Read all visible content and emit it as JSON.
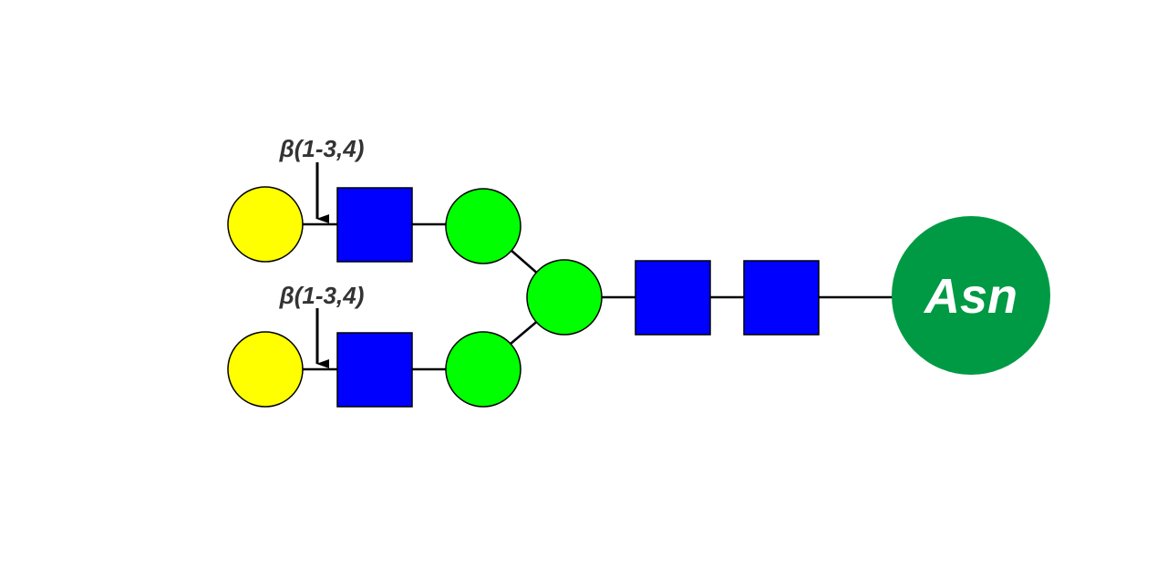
{
  "linkages": {
    "upper_label": "β(1-3,4)",
    "lower_label": "β(1-3,4)"
  },
  "terminus": {
    "label": "Asn",
    "color": "#009A44"
  },
  "symbols": {
    "galactose": {
      "shape": "circle",
      "color": "#FFFF00"
    },
    "glcnac": {
      "shape": "square",
      "color": "#0000FF"
    },
    "mannose": {
      "shape": "circle",
      "color": "#00FF00"
    }
  }
}
